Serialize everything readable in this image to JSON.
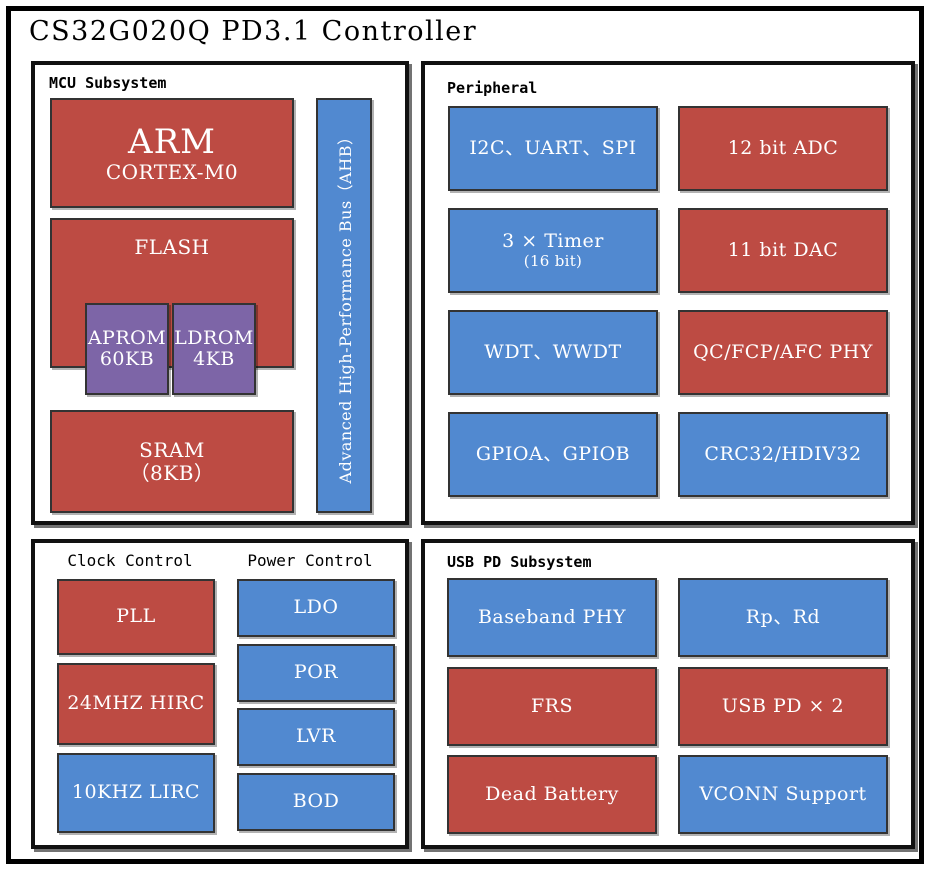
{
  "chip": {
    "title": "CS32G020Q PD3.1 Controller"
  },
  "panels": {
    "mcu": {
      "title": "MCU Subsystem",
      "blocks": [
        {
          "name": "arm-core",
          "line1": "ARM",
          "line2": "CORTEX-M0",
          "color": "red"
        },
        {
          "name": "flash",
          "line1": "FLASH",
          "line2": "",
          "color": "red"
        },
        {
          "name": "aprom",
          "line1": "APROM",
          "line2": "60KB",
          "color": "purple"
        },
        {
          "name": "ldrom",
          "line1": "LDROM",
          "line2": "4KB",
          "color": "purple"
        },
        {
          "name": "sram",
          "line1": "SRAM",
          "line2": "（8KB）",
          "color": "red"
        }
      ],
      "bus": {
        "label": "Advanced High-Performance Bus（AHB）",
        "color": "blue"
      }
    },
    "peripheral": {
      "title": "Peripheral",
      "blocks": [
        {
          "name": "i2c-uart-spi",
          "line1": "I2C、UART、SPI",
          "line2": "",
          "color": "blue"
        },
        {
          "name": "adc",
          "line1": "12 bit ADC",
          "line2": "",
          "color": "red"
        },
        {
          "name": "timer",
          "line1": "3 × Timer",
          "line2": "(16 bit)",
          "color": "blue"
        },
        {
          "name": "dac",
          "line1": "11 bit DAC",
          "line2": "",
          "color": "red"
        },
        {
          "name": "wdt-wwdt",
          "line1": "WDT、WWDT",
          "line2": "",
          "color": "blue"
        },
        {
          "name": "qc-fcp-afc-phy",
          "line1": "QC/FCP/AFC PHY",
          "line2": "",
          "color": "red"
        },
        {
          "name": "gpioa-gpiob",
          "line1": "GPIOA、GPIOB",
          "line2": "",
          "color": "blue"
        },
        {
          "name": "crc32-hdiv32",
          "line1": "CRC32/HDIV32",
          "line2": "",
          "color": "blue"
        }
      ]
    },
    "clock_power": {
      "clock_title": "Clock Control",
      "power_title": "Power Control",
      "clock_blocks": [
        {
          "name": "pll",
          "line1": "PLL",
          "color": "red"
        },
        {
          "name": "hirc",
          "line1": "24MHZ HIRC",
          "color": "red"
        },
        {
          "name": "lirc",
          "line1": "10KHZ LIRC",
          "color": "blue"
        }
      ],
      "power_blocks": [
        {
          "name": "ldo",
          "line1": "LDO",
          "color": "blue"
        },
        {
          "name": "por",
          "line1": "POR",
          "color": "blue"
        },
        {
          "name": "lvr",
          "line1": "LVR",
          "color": "blue"
        },
        {
          "name": "bod",
          "line1": "BOD",
          "color": "blue"
        }
      ]
    },
    "usbpd": {
      "title": "USB PD Subsystem",
      "blocks": [
        {
          "name": "baseband-phy",
          "line1": "Baseband PHY",
          "color": "blue"
        },
        {
          "name": "rp-rd",
          "line1": "Rp、Rd",
          "color": "blue"
        },
        {
          "name": "frs",
          "line1": "FRS",
          "color": "red"
        },
        {
          "name": "usb-pd-x2",
          "line1": "USB PD × 2",
          "color": "red"
        },
        {
          "name": "dead-battery",
          "line1": "Dead Battery",
          "color": "red"
        },
        {
          "name": "vconn-support",
          "line1": "VCONN Support",
          "color": "blue"
        }
      ]
    }
  },
  "colors": {
    "red": "#bd4b43",
    "blue": "#5189d0",
    "purple": "#7d65a7",
    "frame": "#000000",
    "text_on_block": "#ffffff"
  }
}
